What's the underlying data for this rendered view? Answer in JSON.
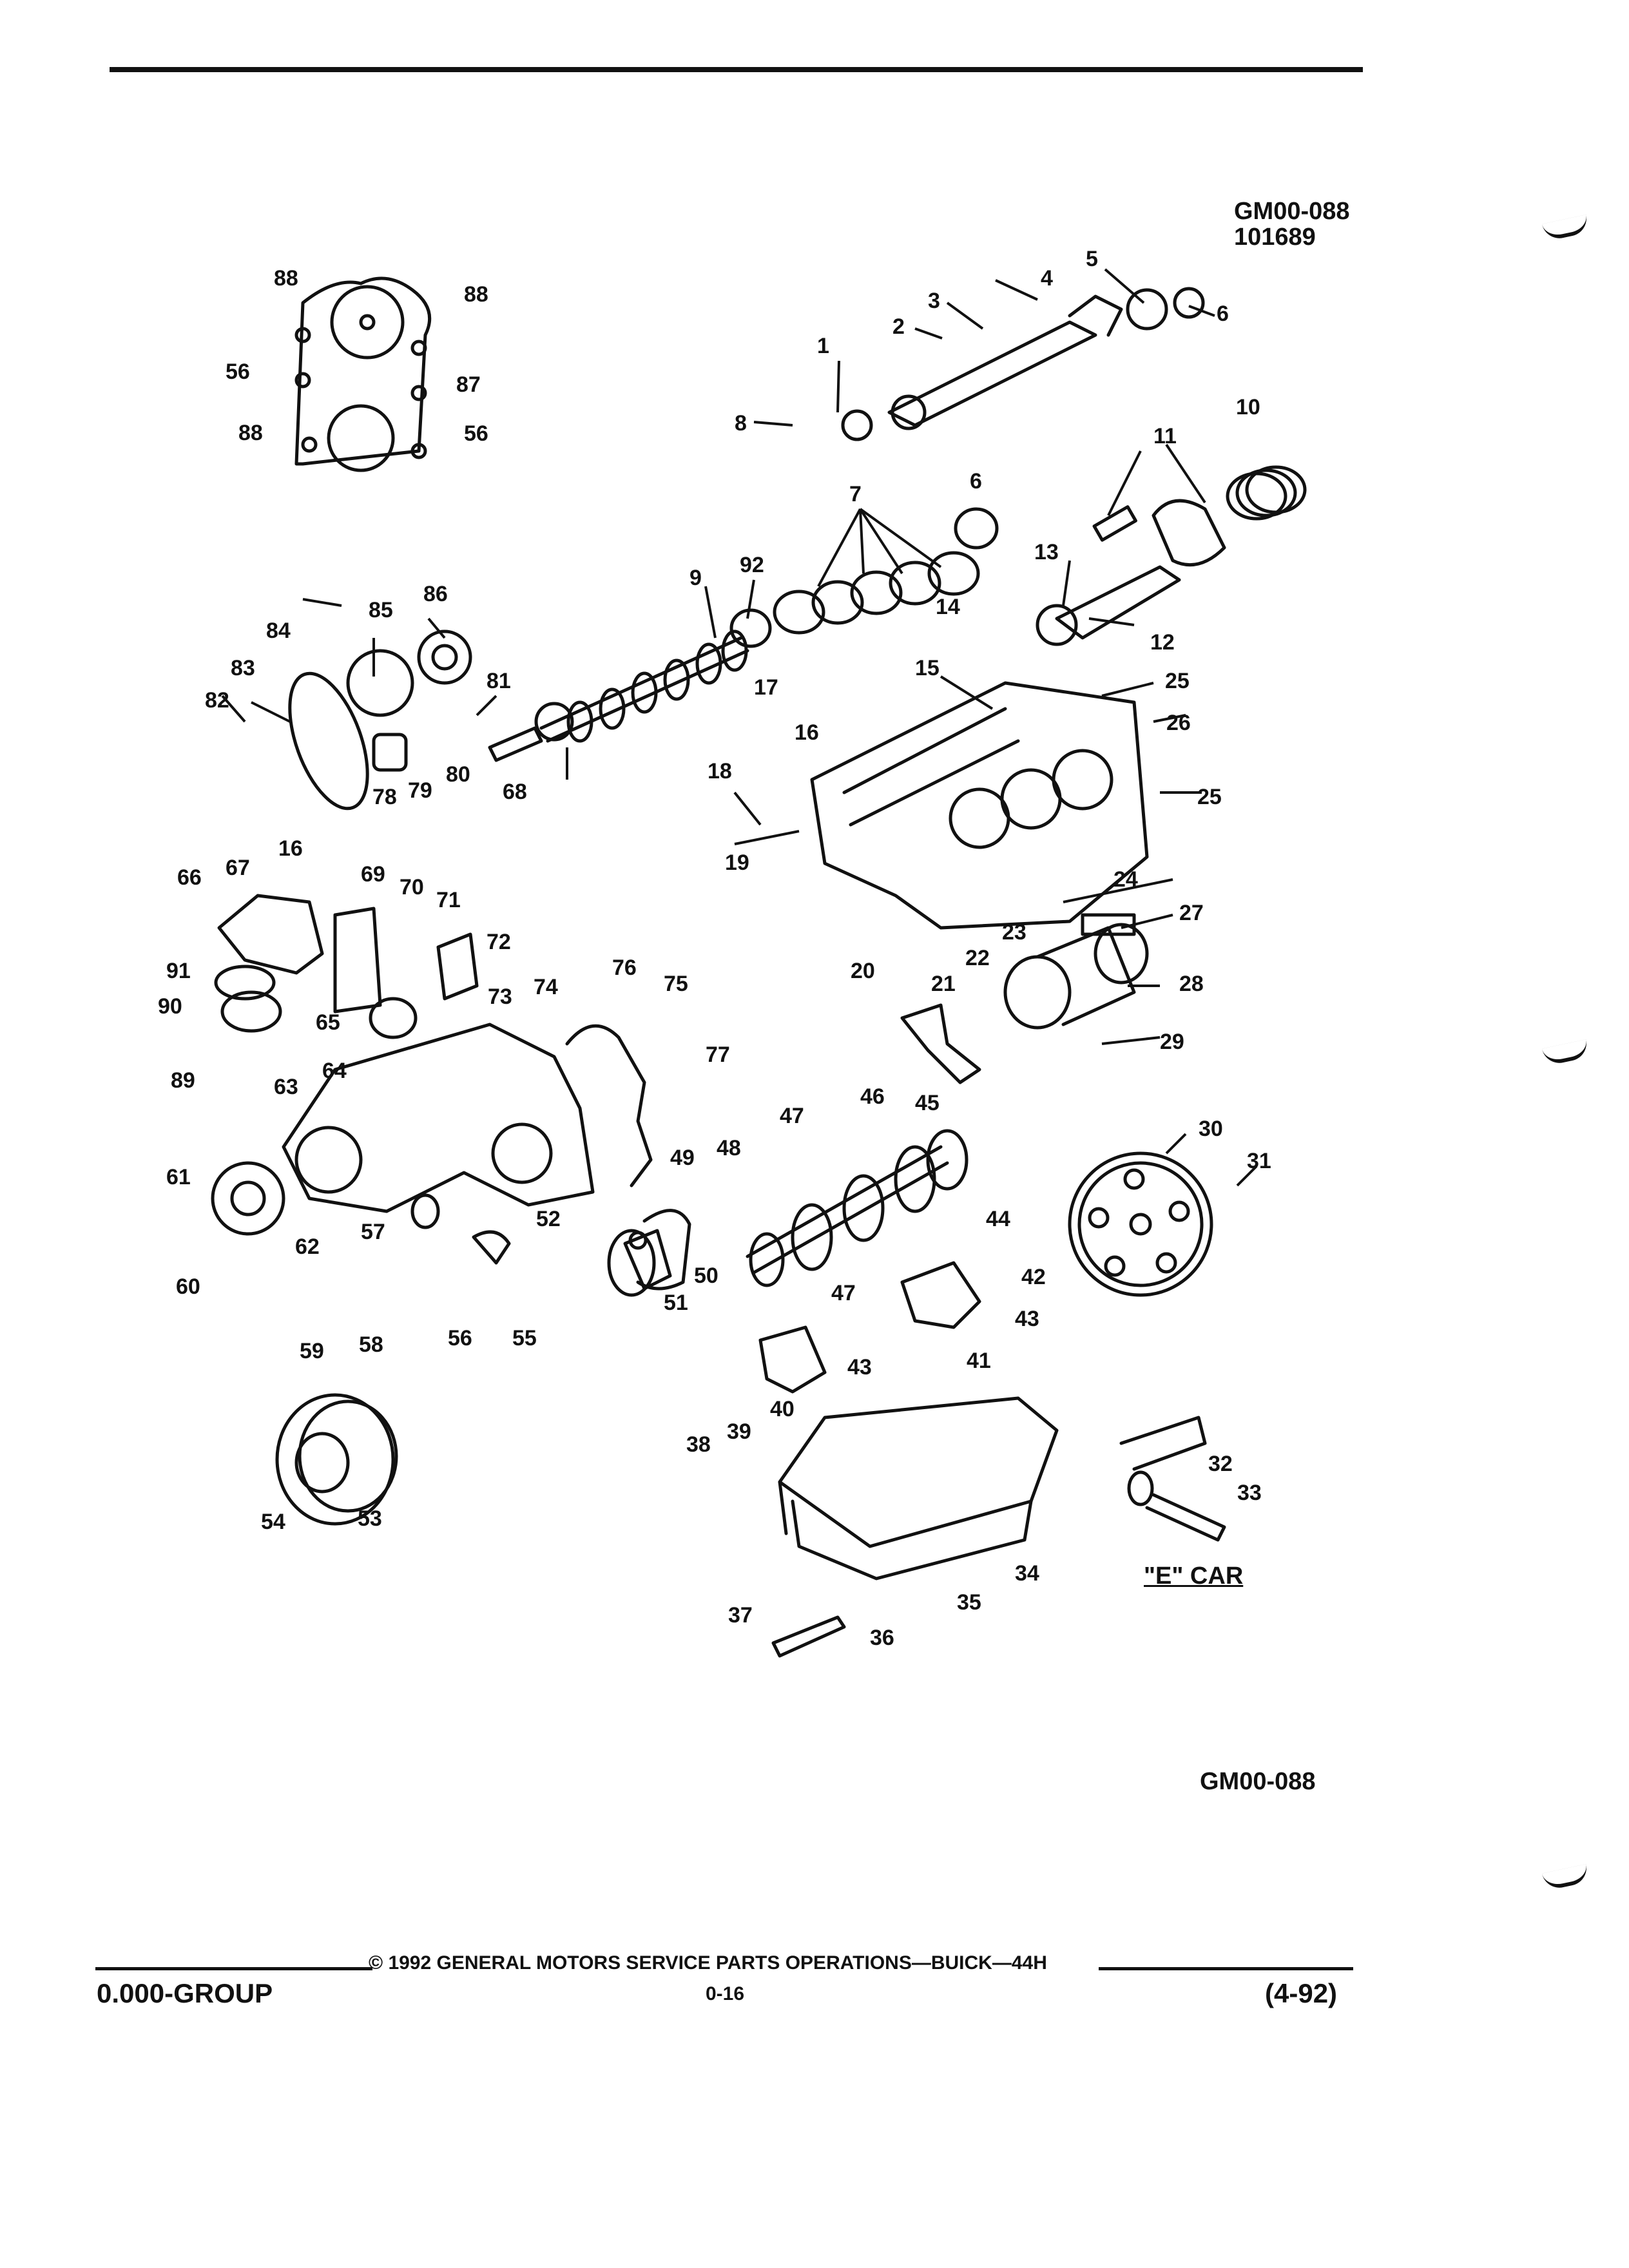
{
  "header": {
    "figure_code": "GM00-088",
    "figure_number": "101689"
  },
  "callouts": [
    "1",
    "2",
    "3",
    "4",
    "5",
    "6",
    "7",
    "8",
    "9",
    "10",
    "11",
    "12",
    "13",
    "14",
    "15",
    "16",
    "17",
    "18",
    "19",
    "20",
    "21",
    "22",
    "23",
    "24",
    "25",
    "26",
    "27",
    "28",
    "29",
    "30",
    "31",
    "32",
    "33",
    "34",
    "35",
    "36",
    "37",
    "38",
    "39",
    "40",
    "41",
    "42",
    "43",
    "44",
    "45",
    "46",
    "47",
    "48",
    "49",
    "50",
    "51",
    "52",
    "53",
    "54",
    "55",
    "56",
    "57",
    "58",
    "59",
    "60",
    "61",
    "62",
    "63",
    "64",
    "65",
    "66",
    "67",
    "68",
    "69",
    "70",
    "71",
    "72",
    "73",
    "74",
    "75",
    "76",
    "77",
    "78",
    "79",
    "80",
    "81",
    "82",
    "83",
    "84",
    "85",
    "86",
    "87",
    "88",
    "89",
    "90",
    "91",
    "92"
  ],
  "inset_label": "\"E\" CAR",
  "bottom_code": "GM00-088",
  "footer": {
    "copyright": "© 1992 GENERAL MOTORS SERVICE PARTS OPERATIONS—BUICK—44H",
    "group": "0.000-GROUP",
    "page": "0-16",
    "date": "(4-92)"
  }
}
